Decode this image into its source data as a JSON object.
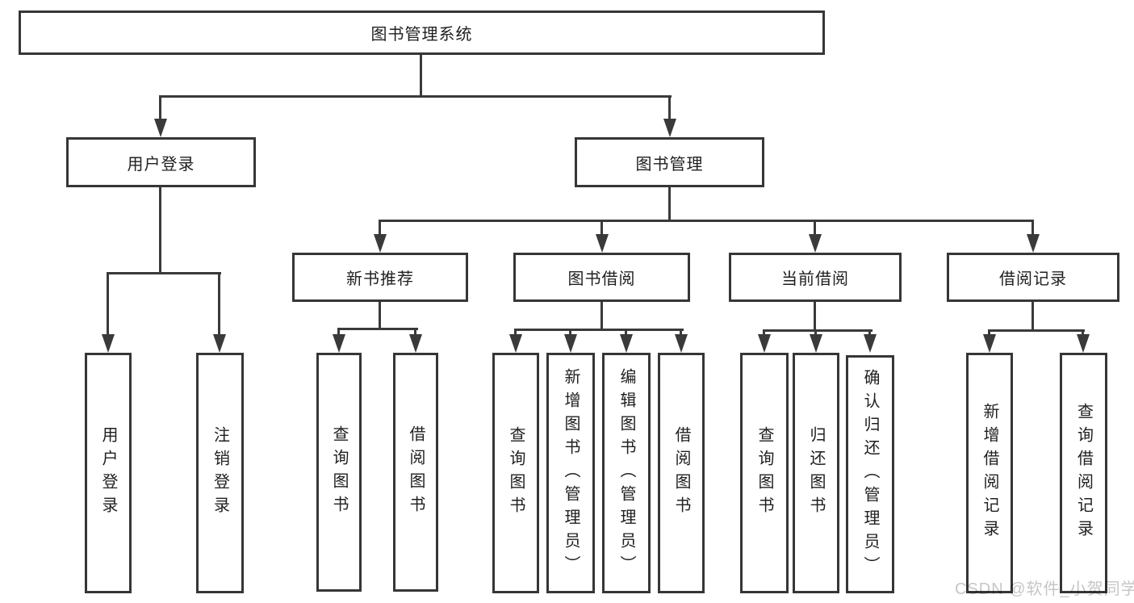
{
  "diagram_type": "hierarchy-tree",
  "tree": {
    "label": "图书管理系统",
    "children": [
      {
        "label": "用户登录",
        "children": [
          {
            "label": "用户登录"
          },
          {
            "label": "注销登录"
          }
        ]
      },
      {
        "label": "图书管理",
        "children": [
          {
            "label": "新书推荐",
            "children": [
              {
                "label": "查询图书"
              },
              {
                "label": "借阅图书"
              }
            ]
          },
          {
            "label": "图书借阅",
            "children": [
              {
                "label": "查询图书"
              },
              {
                "label": "新增图书（管理员）"
              },
              {
                "label": "编辑图书（管理员）"
              },
              {
                "label": "借阅图书"
              }
            ]
          },
          {
            "label": "当前借阅",
            "children": [
              {
                "label": "查询图书"
              },
              {
                "label": "归还图书"
              },
              {
                "label": "确认归还（管理员）"
              }
            ]
          },
          {
            "label": "借阅记录",
            "children": [
              {
                "label": "新增借阅记录"
              },
              {
                "label": "查询借阅记录"
              }
            ]
          }
        ]
      }
    ]
  },
  "watermark": "CSDN @软件_小贺同学",
  "icons": {
    "arrowhead_down": "solid-triangle-down"
  },
  "colors": {
    "line": "#3a3a3a",
    "box_border": "#363636",
    "text": "#1f1f1f",
    "watermark": "#c6c6c6",
    "background": "#ffffff"
  }
}
